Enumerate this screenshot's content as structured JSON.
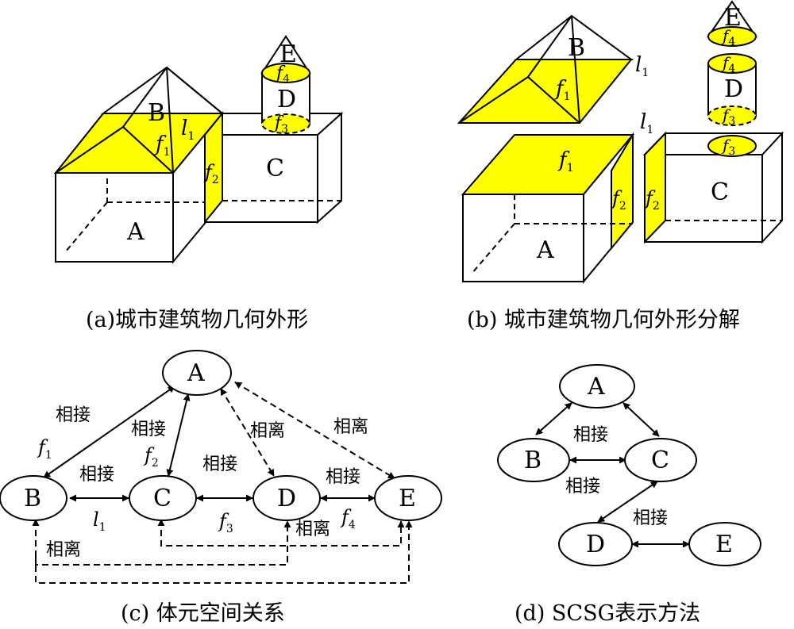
{
  "captions": {
    "a": "(a)城市建筑物几何外形",
    "b": "(b) 城市建筑物几何外形分解",
    "c": "(c) 体元空间关系",
    "d": "(d) SCSG表示方法"
  },
  "blocks": {
    "A": "A",
    "B": "B",
    "C": "C",
    "D": "D",
    "E": "E"
  },
  "faces": {
    "f": "f",
    "l": "l",
    "n1": "1",
    "n2": "2",
    "n3": "3",
    "n4": "4"
  },
  "relations": {
    "adjacent": "相接",
    "separate": "相离"
  },
  "colors": {
    "face_fill": "#ffff00",
    "face_fill_light": "#ffff66",
    "stroke": "#000000"
  }
}
